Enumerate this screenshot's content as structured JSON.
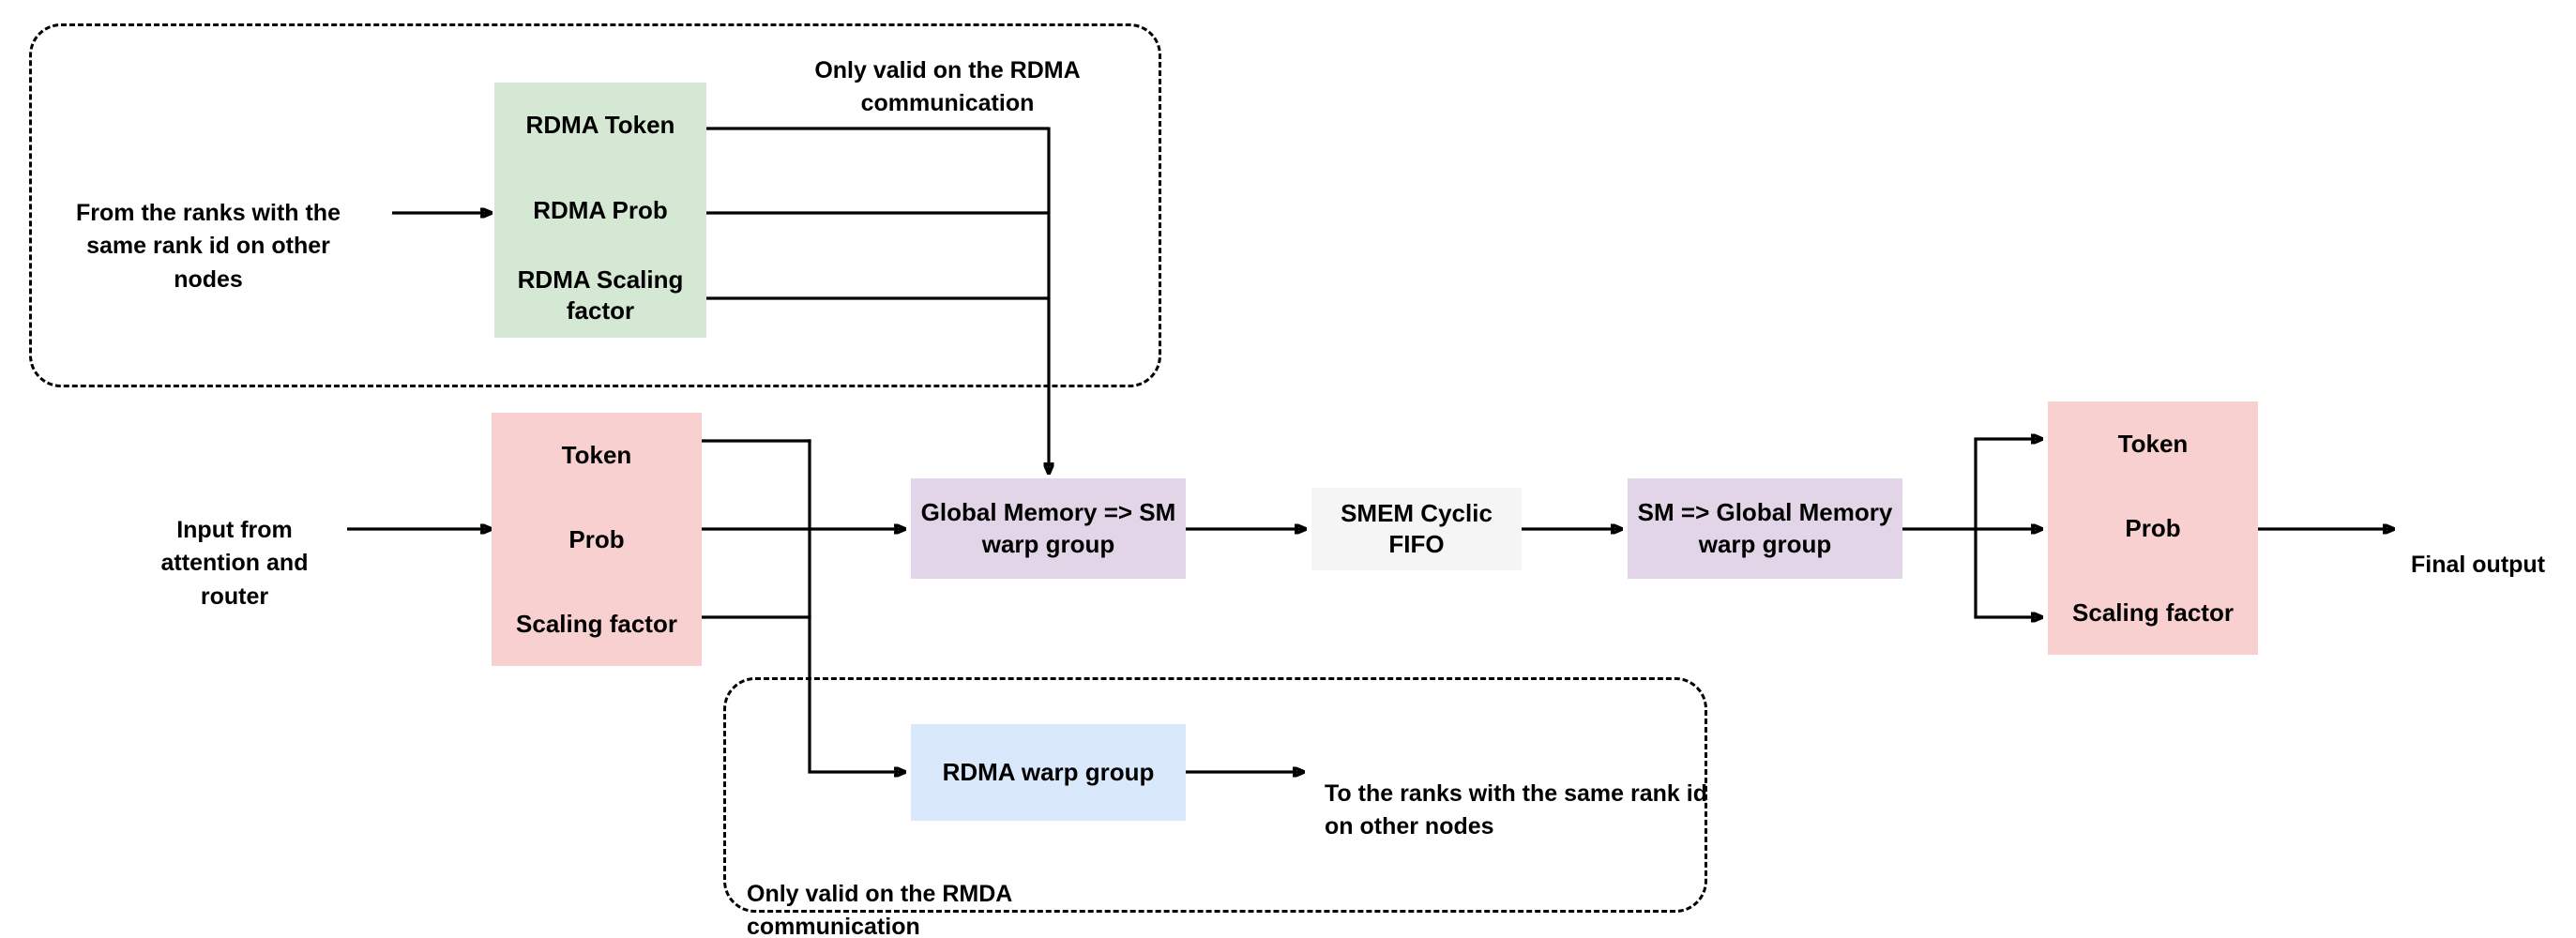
{
  "diagram": {
    "title_present": false,
    "background": "#FFFFFF",
    "line_color": "#000000"
  },
  "colors": {
    "green_box": "#D5E8D4",
    "pink_box": "#F8D0D0",
    "purple_box": "#E1D5E7",
    "blue_box": "#DAE8FC",
    "gray_box": "#F5F5F5",
    "stroke": "#000000"
  },
  "groups": {
    "rdma_receive": {
      "caption": "Only valid on the RDMA communication",
      "style": "dashed-rounded"
    },
    "rdma_send": {
      "caption": "Only valid on the RMDA communication",
      "style": "dashed-rounded"
    }
  },
  "labels": {
    "from_ranks": "From the ranks with the same rank id on other nodes",
    "input_from": "Input from attention and router",
    "to_ranks": "To the ranks with the same rank id on other nodes",
    "final_output": "Final output"
  },
  "nodes": {
    "rdma_input_stack": {
      "name": "rdma-input-stack",
      "color": "#D5E8D4",
      "cells": [
        {
          "label": "RDMA Token"
        },
        {
          "label": "RDMA Prob"
        },
        {
          "label": "RDMA Scaling factor"
        }
      ]
    },
    "local_input_stack": {
      "name": "local-input-stack",
      "color": "#F8D0D0",
      "cells": [
        {
          "label": "Token"
        },
        {
          "label": "Prob"
        },
        {
          "label": "Scaling factor"
        }
      ]
    },
    "output_stack": {
      "name": "output-stack",
      "color": "#F8D0D0",
      "cells": [
        {
          "label": "Token"
        },
        {
          "label": "Prob"
        },
        {
          "label": "Scaling factor"
        }
      ]
    },
    "gmem_to_sm": {
      "name": "global-memory-to-sm-warp-group",
      "color": "#E1D5E7",
      "label": "Global Memory => SM warp group"
    },
    "smem_fifo": {
      "name": "smem-cyclic-fifo",
      "color": "#F5F5F5",
      "label": "SMEM Cyclic FIFO"
    },
    "sm_to_gmem": {
      "name": "sm-to-global-memory-warp-group",
      "color": "#E1D5E7",
      "label": "SM => Global Memory warp group"
    },
    "rdma_warp_group": {
      "name": "rdma-warp-group",
      "color": "#DAE8FC",
      "label": "RDMA warp group"
    }
  },
  "edges": [
    {
      "from": "from-the-ranks",
      "to": "rdma-input-stack"
    },
    {
      "from": "rdma-input-stack.rdma-token",
      "to": "rdma-merge-bus"
    },
    {
      "from": "rdma-input-stack.rdma-prob",
      "to": "rdma-merge-bus"
    },
    {
      "from": "rdma-input-stack.rdma-scaling-factor",
      "to": "rdma-merge-bus"
    },
    {
      "from": "rdma-merge-bus",
      "to": "global-memory-to-sm-warp-group"
    },
    {
      "from": "input-from-attention-and-router",
      "to": "local-input-stack"
    },
    {
      "from": "local-input-stack.token",
      "to": "local-merge-bus"
    },
    {
      "from": "local-input-stack.prob",
      "to": "global-memory-to-sm-warp-group"
    },
    {
      "from": "local-input-stack.scaling-factor",
      "to": "local-merge-bus"
    },
    {
      "from": "local-merge-bus",
      "to": "rdma-warp-group"
    },
    {
      "from": "global-memory-to-sm-warp-group",
      "to": "smem-cyclic-fifo"
    },
    {
      "from": "smem-cyclic-fifo",
      "to": "sm-to-global-memory-warp-group"
    },
    {
      "from": "sm-to-global-memory-warp-group",
      "to": "output-stack.token"
    },
    {
      "from": "sm-to-global-memory-warp-group",
      "to": "output-stack.prob"
    },
    {
      "from": "sm-to-global-memory-warp-group",
      "to": "output-stack.scaling-factor"
    },
    {
      "from": "output-stack",
      "to": "final-output"
    },
    {
      "from": "rdma-warp-group",
      "to": "to-the-ranks"
    }
  ]
}
